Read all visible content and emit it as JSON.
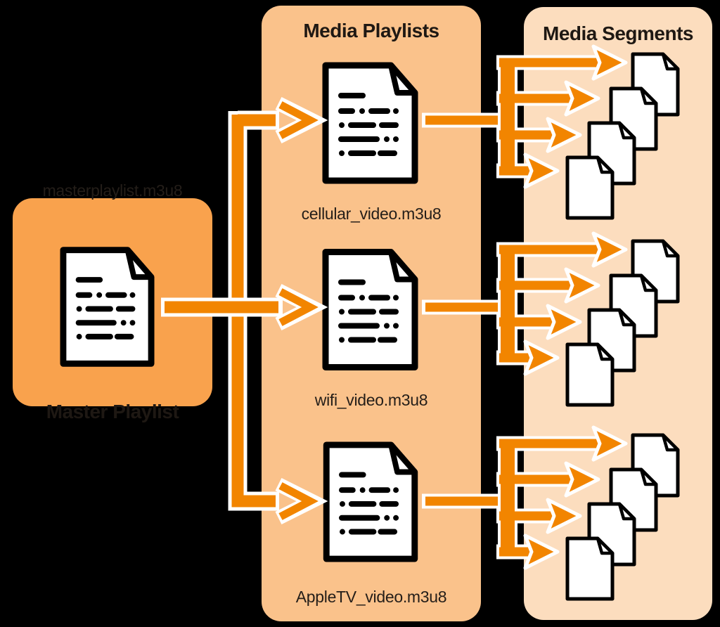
{
  "colors": {
    "background": "#000000",
    "arrow_orange": "#F28500",
    "outline_white": "#FFFFFF",
    "master_panel_bg": "#F9A24D",
    "playlists_panel_bg": "#FAC28B",
    "segments_panel_bg": "#FCDDBE",
    "doc_fill": "#FFFFFF",
    "doc_stroke": "#000000",
    "heading_text": "#1E1813",
    "label_text": "#241E19"
  },
  "master": {
    "title": "Master Playlist",
    "file_label": "masterplaylist.m3u8"
  },
  "playlists": {
    "title": "Media Playlists",
    "items": [
      {
        "label": "cellular_video.m3u8"
      },
      {
        "label": "wifi_video.m3u8"
      },
      {
        "label": "AppleTV_video.m3u8"
      }
    ]
  },
  "segments": {
    "title": "Media Segments",
    "groups": [
      {
        "segment_count": 4
      },
      {
        "segment_count": 4
      },
      {
        "segment_count": 4
      }
    ]
  },
  "connections": [
    {
      "from": "masterplaylist.m3u8",
      "to": "cellular_video.m3u8"
    },
    {
      "from": "masterplaylist.m3u8",
      "to": "wifi_video.m3u8"
    },
    {
      "from": "masterplaylist.m3u8",
      "to": "AppleTV_video.m3u8"
    },
    {
      "from": "cellular_video.m3u8",
      "to": "media segments group 1 (4 files)"
    },
    {
      "from": "wifi_video.m3u8",
      "to": "media segments group 2 (4 files)"
    },
    {
      "from": "AppleTV_video.m3u8",
      "to": "media segments group 3 (4 files)"
    }
  ]
}
